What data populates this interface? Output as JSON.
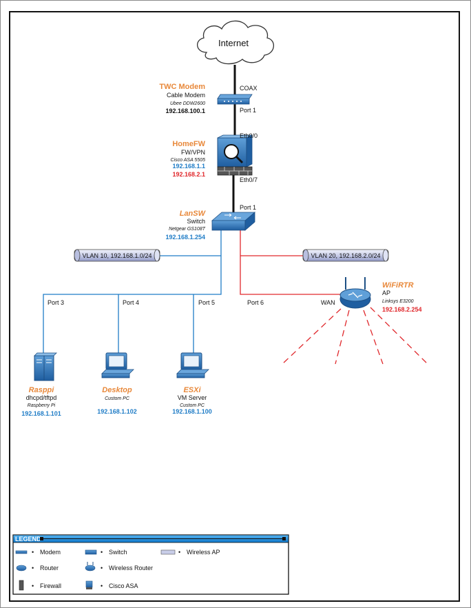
{
  "cloud": {
    "label": "Internet"
  },
  "modem": {
    "name": "TWC Modem",
    "role": "Cable Modem",
    "model": "Ubee DDW2600",
    "ip": "192.168.100.1"
  },
  "firewall": {
    "name": "HomeFW",
    "role": "FW/VPN",
    "model": "Cisco ASA 5505",
    "ip1": "192.168.1.1",
    "ip2": "192.168.2.1"
  },
  "switch": {
    "name": "LanSW",
    "role": "Switch",
    "model": "Netgear GS108T",
    "ip": "192.168.1.254"
  },
  "router": {
    "name": "WiFiRTR",
    "role": "AP",
    "model": "Linksys E3200",
    "ip": "192.168.2.254"
  },
  "ports": {
    "coax": "COAX",
    "modem_port1": "Port 1",
    "eth00": "Eth0/0",
    "eth07": "Eth0/7",
    "switch_port1": "Port 1",
    "port3": "Port 3",
    "port4": "Port 4",
    "port5": "Port 5",
    "port6": "Port 6",
    "wan": "WAN"
  },
  "vlans": {
    "vlan10": "VLAN 10, 192.168.1.0/24",
    "vlan20": "VLAN 20, 192.168.2.0/24"
  },
  "hosts": {
    "raspi": {
      "name": "Rasppi",
      "role": "dhcpd/tftpd",
      "model": "Raspberry Pi",
      "ip": "192.168.1.101"
    },
    "desktop": {
      "name": "Desktop",
      "model": "Custom PC",
      "ip": "192.168.1.102"
    },
    "esxi": {
      "name": "ESXi",
      "role": "VM Server",
      "model": "Custom PC",
      "ip": "192.168.1.100"
    }
  },
  "legend": {
    "title": "LEGEND",
    "items": [
      "Modem",
      "Switch",
      "Wireless AP",
      "Router",
      "Wireless Router",
      "Firewall",
      "Cisco ASA"
    ]
  },
  "colors": {
    "orange": "#e8883a",
    "blue": "#1f7cc6",
    "red": "#e0272b",
    "device": "#2e73b8",
    "device_dark": "#1d4f84",
    "black": "#111111"
  }
}
